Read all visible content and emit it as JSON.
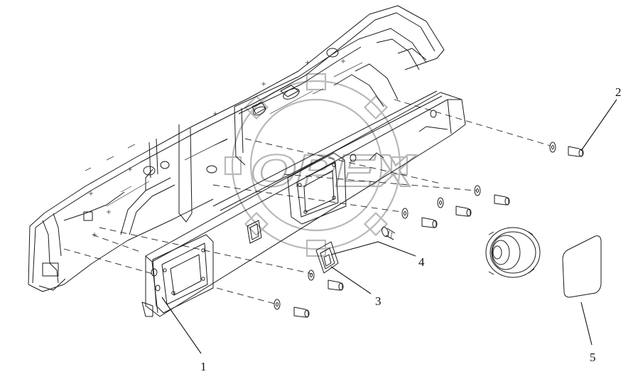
{
  "diagram": {
    "watermark": "OPEX",
    "callouts": [
      {
        "id": "callout-1",
        "label": "1"
      },
      {
        "id": "callout-2",
        "label": "2"
      },
      {
        "id": "callout-3",
        "label": "3"
      },
      {
        "id": "callout-4",
        "label": "4"
      },
      {
        "id": "callout-5",
        "label": "5"
      }
    ]
  }
}
